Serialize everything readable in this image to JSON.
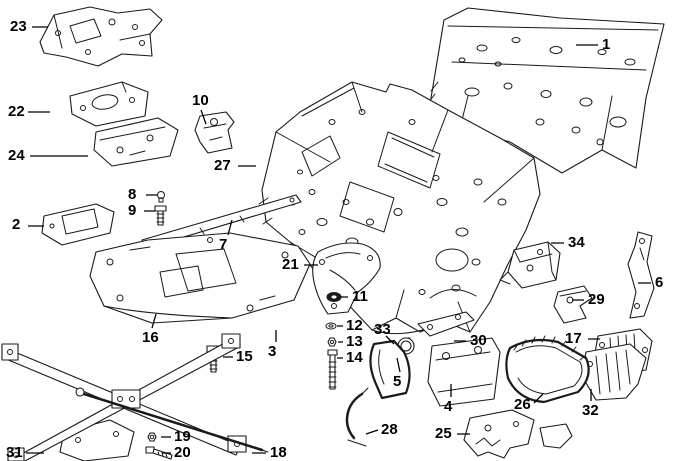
{
  "diagram": {
    "kind": "exploded-parts-line-drawing",
    "background_color": "#ffffff",
    "line_color": "#1a1a1a",
    "callouts": [
      {
        "label": "1"
      },
      {
        "label": "2"
      },
      {
        "label": "3"
      },
      {
        "label": "4"
      },
      {
        "label": "5"
      },
      {
        "label": "6"
      },
      {
        "label": "7"
      },
      {
        "label": "8"
      },
      {
        "label": "9"
      },
      {
        "label": "10"
      },
      {
        "label": "11"
      },
      {
        "label": "12"
      },
      {
        "label": "13"
      },
      {
        "label": "14"
      },
      {
        "label": "15"
      },
      {
        "label": "16"
      },
      {
        "label": "17"
      },
      {
        "label": "18"
      },
      {
        "label": "19"
      },
      {
        "label": "20"
      },
      {
        "label": "21"
      },
      {
        "label": "22"
      },
      {
        "label": "23"
      },
      {
        "label": "24"
      },
      {
        "label": "25"
      },
      {
        "label": "26"
      },
      {
        "label": "27"
      },
      {
        "label": "28"
      },
      {
        "label": "29"
      },
      {
        "label": "30"
      },
      {
        "label": "31"
      },
      {
        "label": "32"
      },
      {
        "label": "33"
      },
      {
        "label": "34"
      }
    ]
  }
}
